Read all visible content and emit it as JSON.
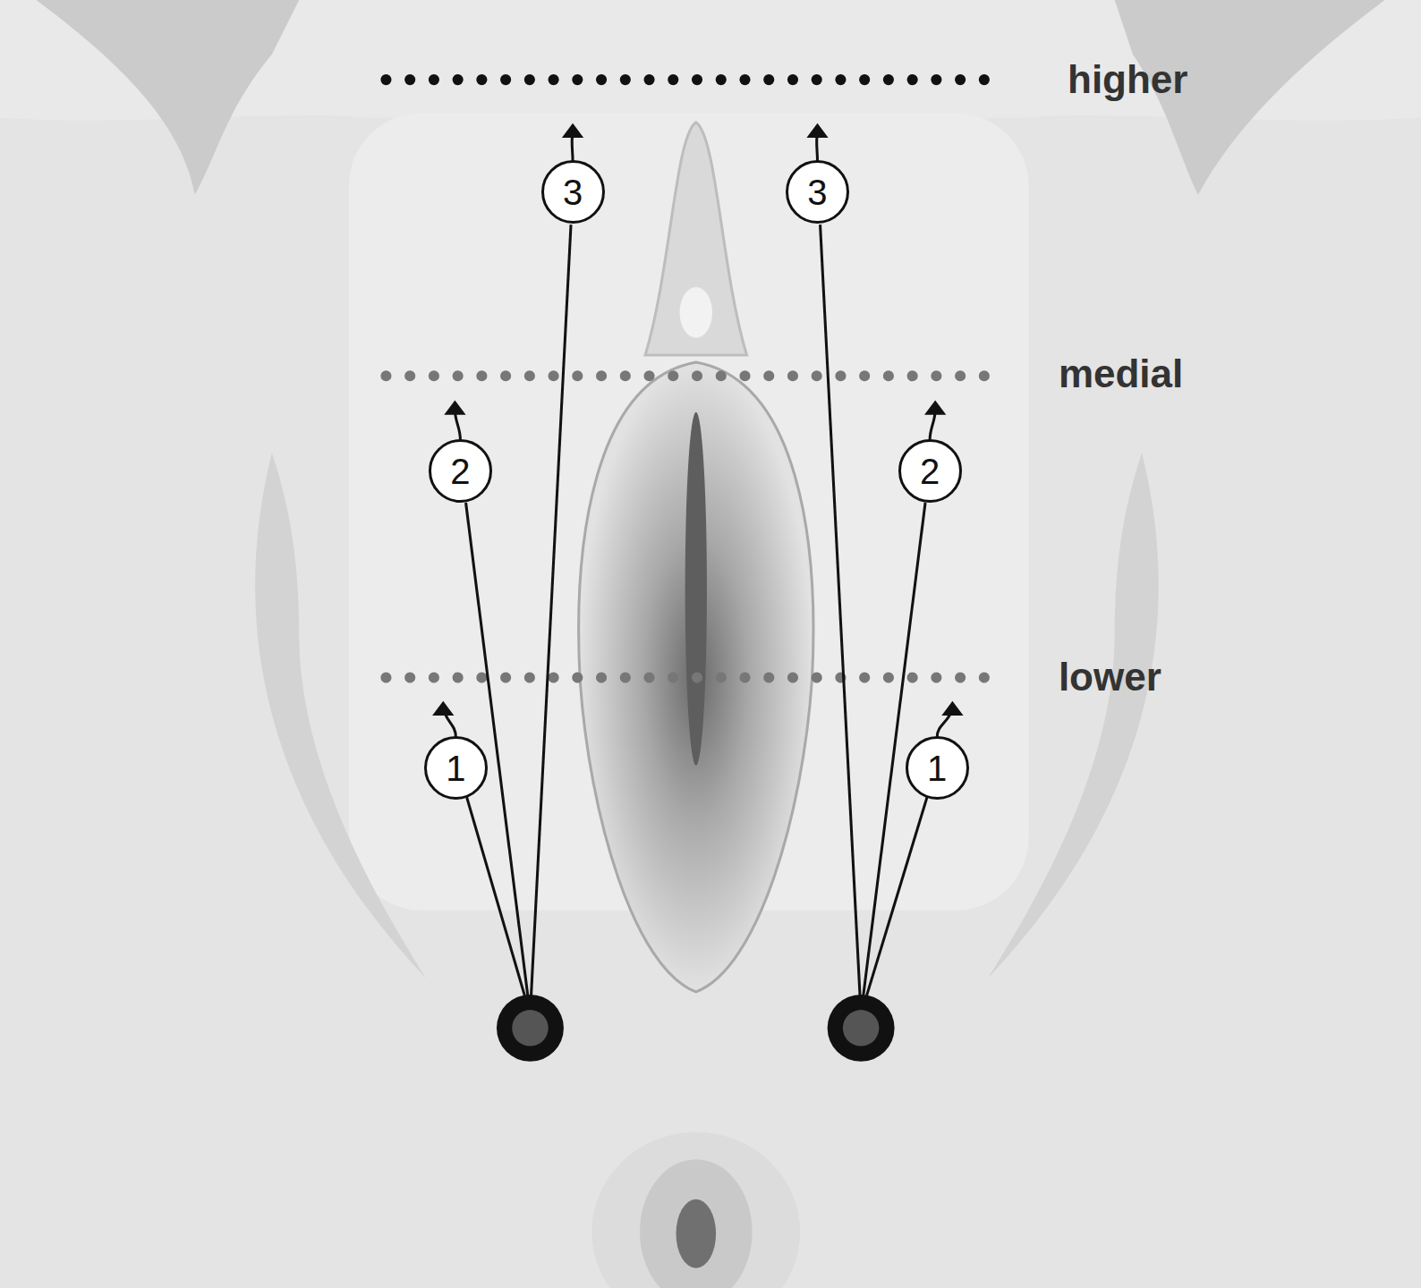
{
  "diagram": {
    "nodes": [
      {
        "text": [
          "3"
        ]
      },
      {
        "text": [
          "3"
        ]
      },
      {
        "text": [
          "2"
        ]
      },
      {
        "text": [
          "2"
        ]
      },
      {
        "text": [
          "1"
        ]
      },
      {
        "text": [
          "1"
        ]
      }
    ],
    "labels": [
      "higher",
      "medial",
      "lower"
    ]
  }
}
